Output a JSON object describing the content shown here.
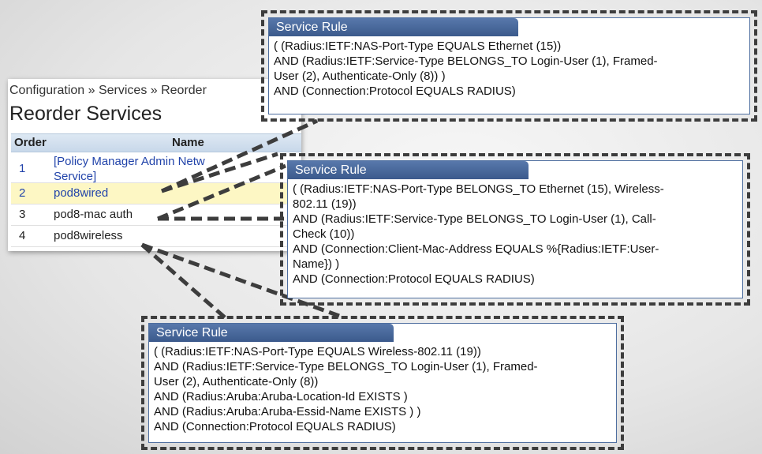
{
  "breadcrumb": "Configuration » Services » Reorder",
  "page_title": "Reorder Services",
  "table": {
    "headers": {
      "order": "Order",
      "name": "Name"
    },
    "rows": [
      {
        "order": "1",
        "name_line1": "[Policy Manager Admin Netw",
        "name_line2": "Service]"
      },
      {
        "order": "2",
        "name": "pod8wired"
      },
      {
        "order": "3",
        "name": "pod8-mac auth"
      },
      {
        "order": "4",
        "name": "pod8wireless"
      }
    ]
  },
  "callouts": [
    {
      "title": "Service Rule",
      "lines": [
        "( (Radius:IETF:NAS-Port-Type EQUALS Ethernet (15))",
        "AND (Radius:IETF:Service-Type BELONGS_TO Login-User (1), Framed-",
        "User (2), Authenticate-Only (8)) )",
        "AND (Connection:Protocol EQUALS RADIUS)"
      ]
    },
    {
      "title": "Service Rule",
      "lines": [
        "( (Radius:IETF:NAS-Port-Type BELONGS_TO Ethernet (15), Wireless-",
        "802.11 (19))",
        "AND (Radius:IETF:Service-Type BELONGS_TO Login-User (1), Call-",
        "Check (10))",
        "AND (Connection:Client-Mac-Address EQUALS %{Radius:IETF:User-",
        "Name}) )",
        "AND (Connection:Protocol EQUALS RADIUS)"
      ]
    },
    {
      "title": "Service Rule",
      "lines": [
        "( (Radius:IETF:NAS-Port-Type EQUALS Wireless-802.11 (19))",
        "AND (Radius:IETF:Service-Type BELONGS_TO Login-User (1), Framed-",
        "User (2), Authenticate-Only (8))",
        "AND (Radius:Aruba:Aruba-Location-Id EXISTS  )",
        "AND (Radius:Aruba:Aruba-Essid-Name EXISTS  ) )",
        "AND (Connection:Protocol EQUALS RADIUS)"
      ]
    }
  ],
  "colors": {
    "tab": "#3b5a8c",
    "link": "#2244aa",
    "selected_row": "#fdf7c4",
    "header_row": "#c8d8ea",
    "dashed_border": "#3d3d3d"
  }
}
